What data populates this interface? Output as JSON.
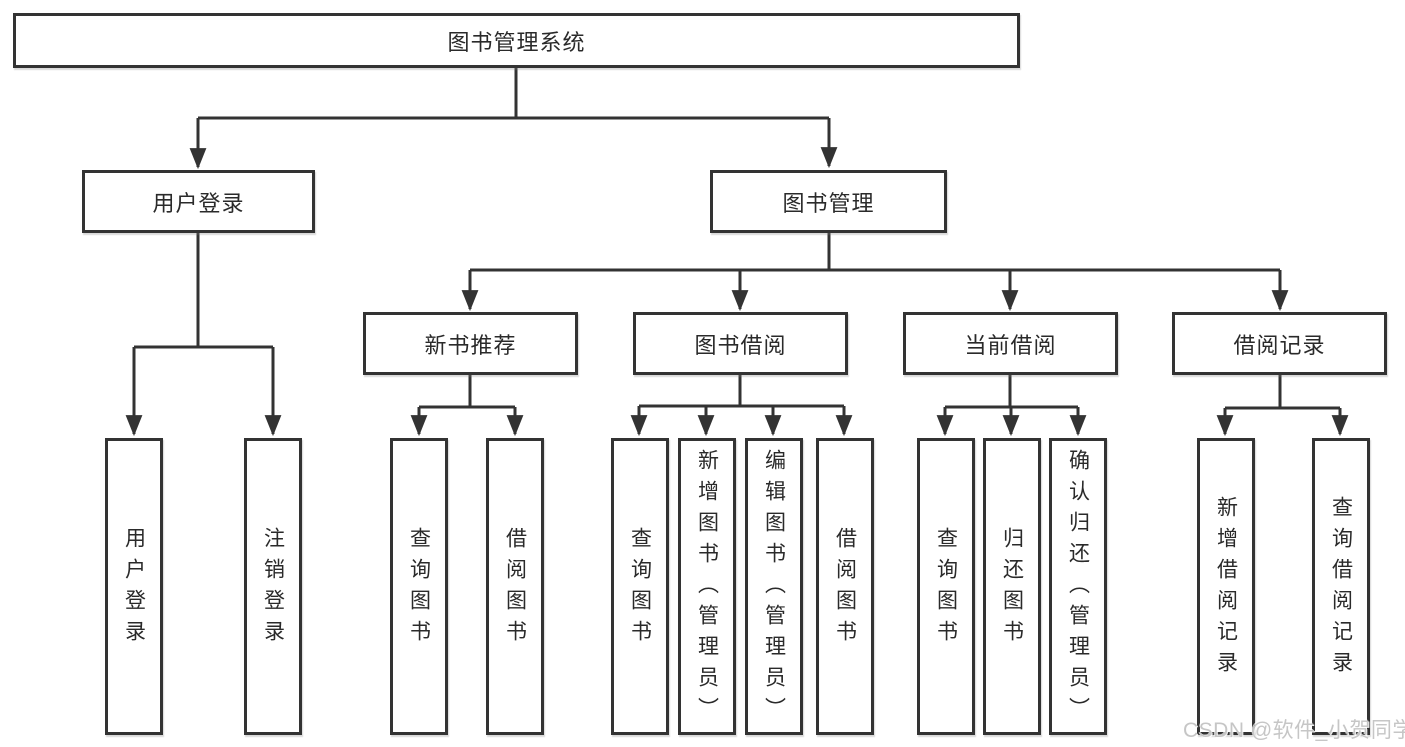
{
  "diagram": {
    "type": "tree",
    "title": "图书管理系统",
    "colors": {
      "line": "#333333",
      "text": "#2a2a2a",
      "box_bg": "#ffffff",
      "watermark": "#c6c6c6"
    }
  },
  "hierarchy": {
    "root": "图书管理系统",
    "children": [
      {
        "label": "用户登录",
        "children": [
          "用户登录",
          "注销登录"
        ]
      },
      {
        "label": "图书管理",
        "children": [
          {
            "label": "新书推荐",
            "children": [
              "查询图书",
              "借阅图书"
            ]
          },
          {
            "label": "图书借阅",
            "children": [
              "查询图书",
              "新增图书（管理员）",
              "编辑图书（管理员）",
              "借阅图书"
            ]
          },
          {
            "label": "当前借阅",
            "children": [
              "查询图书",
              "归还图书",
              "确认归还（管理员）"
            ]
          },
          {
            "label": "借阅记录",
            "children": [
              "新增借阅记录",
              "查询借阅记录"
            ]
          }
        ]
      }
    ]
  },
  "watermark": {
    "text": "CSDN @软件_小贺同学"
  }
}
